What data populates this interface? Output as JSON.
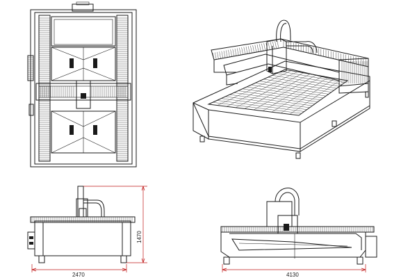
{
  "dimensions": {
    "front_width": "2470",
    "front_height": "1470",
    "side_length": "4130"
  },
  "colors": {
    "line": "#1a1a1a",
    "dimension_line": "#c01818",
    "background": "#ffffff"
  }
}
